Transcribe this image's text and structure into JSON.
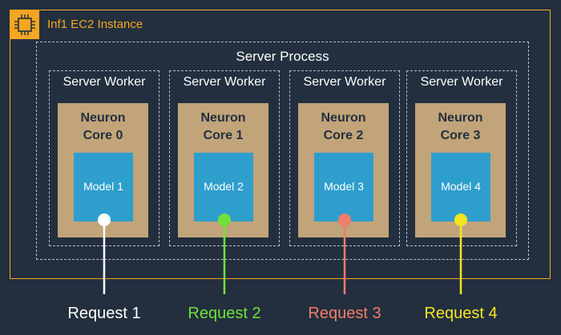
{
  "instance": {
    "title": "Inf1 EC2 Instance",
    "icon": "chip-icon",
    "color": "#f5a623"
  },
  "process": {
    "title": "Server Process"
  },
  "workers": [
    {
      "title": "Server Worker",
      "core_line1": "Neuron",
      "core_line2": "Core 0",
      "model": "Model 1"
    },
    {
      "title": "Server Worker",
      "core_line1": "Neuron",
      "core_line2": "Core 1",
      "model": "Model 2"
    },
    {
      "title": "Server Worker",
      "core_line1": "Neuron",
      "core_line2": "Core 2",
      "model": "Model 3"
    },
    {
      "title": "Server Worker",
      "core_line1": "Neuron",
      "core_line2": "Core 3",
      "model": "Model 4"
    }
  ],
  "requests": [
    {
      "label": "Request 1",
      "color": "#ffffff"
    },
    {
      "label": "Request 2",
      "color": "#6fe23a"
    },
    {
      "label": "Request 3",
      "color": "#f27d6a"
    },
    {
      "label": "Request 4",
      "color": "#f5e520"
    }
  ],
  "colors": {
    "background": "#232f3e",
    "neuron_core": "#c1a47a",
    "model": "#2e9ecd"
  }
}
